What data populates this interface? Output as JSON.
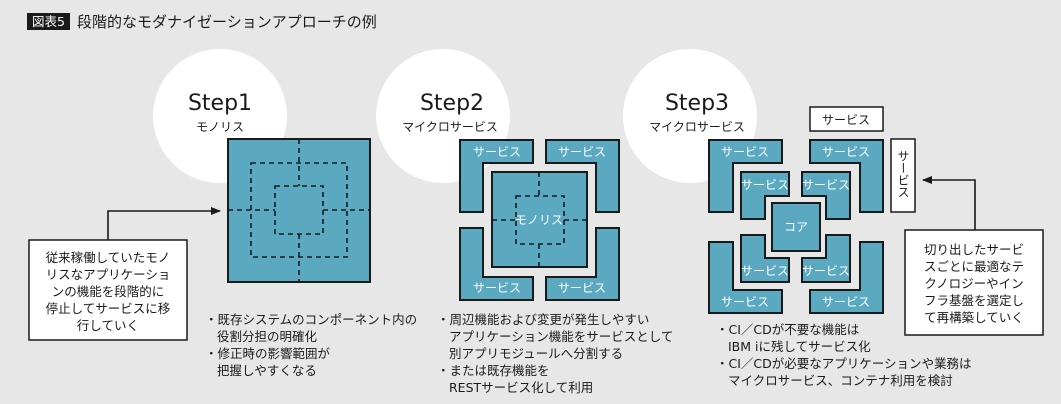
{
  "title": {
    "badge": "図表5",
    "text": "段階的なモダナイゼーションアプローチの例"
  },
  "colors": {
    "block": "#5ba8c1",
    "background": "#e7e7e7",
    "badge": "#1a1a1a"
  },
  "steps": [
    {
      "step": "Step1",
      "subtitle": "モノリス",
      "bullets": [
        [
          "・既存システムのコンポーネント内の",
          "役割分担の明確化"
        ],
        [
          "・修正時の影響範囲が",
          "把握しやすくなる"
        ]
      ]
    },
    {
      "step": "Step2",
      "subtitle": "マイクロサービス",
      "bullets": [
        [
          "・周辺機能および変更が発生しやすい",
          "アプリケーション機能をサービスとして",
          "別アプリモジュールへ分割する"
        ],
        [
          "・または既存機能を",
          "RESTサービス化して利用"
        ]
      ]
    },
    {
      "step": "Step3",
      "subtitle": "マイクロサービス",
      "bullets": [
        [
          "・CI／CDが不要な機能は",
          "IBM iに残してサービス化"
        ],
        [
          "・CI／CDが必要なアプリケーションや業務は",
          "マイクロサービス、コンテナ利用を検討"
        ]
      ]
    }
  ],
  "labels": {
    "service": "サービス",
    "monolith": "モノリス",
    "core": "コア"
  },
  "callouts": {
    "left": [
      "従来稼働していたモノ",
      "リスなアプリケーショ",
      "ンの機能を段階的に",
      "停止してサービスに移",
      "行していく"
    ],
    "right": [
      "切り出したサービ",
      "スごとに最適なテ",
      "クノロジーやイン",
      "フラ基盤を選定し",
      "て再構築していく"
    ]
  }
}
